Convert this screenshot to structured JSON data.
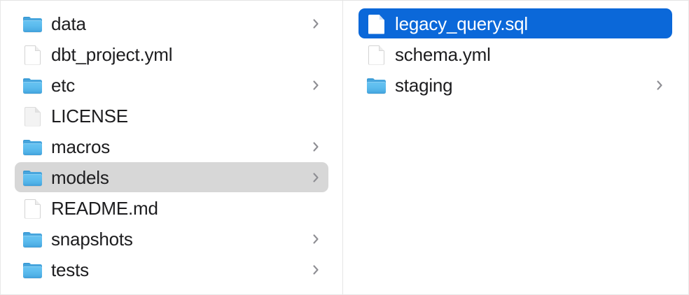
{
  "window": {
    "view": "column-view",
    "background_color": "#ffffff",
    "divider_color": "#e4e4e4",
    "selection_blue": "#0b68d9",
    "selection_gray": "#d7d7d7",
    "text_color": "#1d1d1f",
    "chevron_color": "#8e8e93"
  },
  "columns": [
    {
      "name": "parent-column",
      "items": [
        {
          "label": "data",
          "icon": "folder-icon",
          "kind": "folder",
          "has_chevron": true,
          "state": "normal"
        },
        {
          "label": "dbt_project.yml",
          "icon": "document-icon",
          "kind": "file",
          "has_chevron": false,
          "state": "normal"
        },
        {
          "label": "etc",
          "icon": "folder-icon",
          "kind": "folder",
          "has_chevron": true,
          "state": "normal"
        },
        {
          "label": "LICENSE",
          "icon": "document-plain-icon",
          "kind": "file",
          "has_chevron": false,
          "state": "normal"
        },
        {
          "label": "macros",
          "icon": "folder-icon",
          "kind": "folder",
          "has_chevron": true,
          "state": "normal"
        },
        {
          "label": "models",
          "icon": "folder-icon",
          "kind": "folder",
          "has_chevron": true,
          "state": "selected-inactive"
        },
        {
          "label": "README.md",
          "icon": "document-icon",
          "kind": "file",
          "has_chevron": false,
          "state": "normal"
        },
        {
          "label": "snapshots",
          "icon": "folder-icon",
          "kind": "folder",
          "has_chevron": true,
          "state": "normal"
        },
        {
          "label": "tests",
          "icon": "folder-icon",
          "kind": "folder",
          "has_chevron": true,
          "state": "normal"
        }
      ]
    },
    {
      "name": "child-column",
      "items": [
        {
          "label": "legacy_query.sql",
          "icon": "document-icon",
          "kind": "file",
          "has_chevron": false,
          "state": "selected-active"
        },
        {
          "label": "schema.yml",
          "icon": "document-icon",
          "kind": "file",
          "has_chevron": false,
          "state": "normal"
        },
        {
          "label": "staging",
          "icon": "folder-icon",
          "kind": "folder",
          "has_chevron": true,
          "state": "normal"
        }
      ]
    }
  ]
}
